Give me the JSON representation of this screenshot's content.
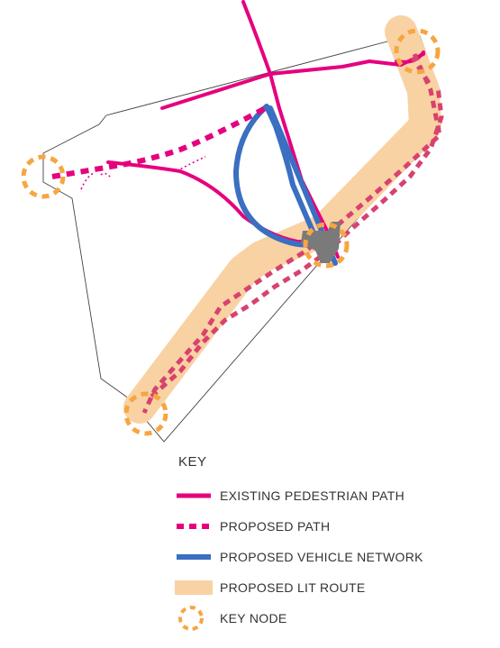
{
  "legend": {
    "title": "KEY",
    "items": [
      {
        "key": "existing",
        "label": "EXISTING PEDESTRIAN PATH",
        "color": "#e6007e"
      },
      {
        "key": "proposed_path",
        "label": "PROPOSED PATH",
        "color": "#e6007e"
      },
      {
        "key": "vehicle",
        "label": "PROPOSED VEHICLE NETWORK",
        "color": "#3a6fc1"
      },
      {
        "key": "lit_route",
        "label": "PROPOSED LIT ROUTE",
        "color": "#f9d2a4"
      },
      {
        "key": "key_node",
        "label": "KEY NODE",
        "color": "#f6a641"
      }
    ]
  },
  "colors": {
    "pedestrian": "#e6007e",
    "proposed_path": "#d8426e",
    "vehicle": "#3a6fc1",
    "lit_route": "#f9d2a4",
    "key_node": "#f6a641",
    "boundary": "#444444",
    "junction": "#7a7a7a"
  },
  "icons": {
    "key_node": "dashed-circle-icon"
  }
}
